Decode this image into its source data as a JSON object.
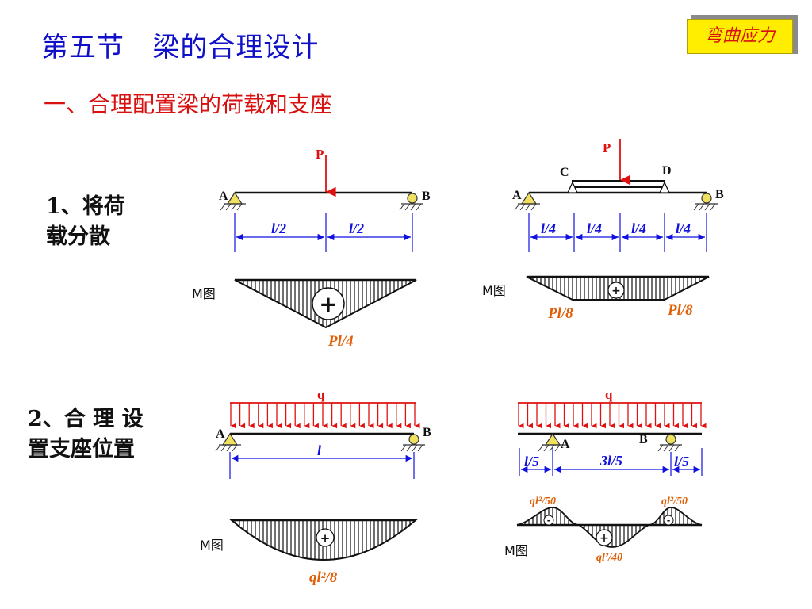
{
  "header": {
    "title": "第五节   梁的合理设计",
    "tag": "弯曲应力"
  },
  "section": {
    "heading": "一、合理配置梁的荷载和支座"
  },
  "item1": {
    "label_line1": "1、将荷",
    "label_line2": "载分散",
    "left": {
      "load": "P",
      "support_a": "A",
      "support_b": "B",
      "span1": "l/2",
      "span2": "l/2",
      "m_label": "M图",
      "sign": "+",
      "moment": "Pl/4"
    },
    "right": {
      "load": "P",
      "support_a": "A",
      "support_b": "B",
      "point_c": "C",
      "point_d": "D",
      "span1": "l/4",
      "span2": "l/4",
      "span3": "l/4",
      "span4": "l/4",
      "m_label": "M图",
      "sign": "+",
      "moment_left": "Pl/8",
      "moment_right": "Pl/8"
    }
  },
  "item2": {
    "label_line1": "2、合 理 设",
    "label_line2": "置支座位置",
    "left": {
      "load": "q",
      "support_a": "A",
      "support_b": "B",
      "span": "l",
      "m_label": "M图",
      "sign": "+",
      "moment": "ql²/8"
    },
    "right": {
      "load": "q",
      "support_a": "A",
      "support_b": "B",
      "span1": "l/5",
      "span2": "3l/5",
      "span3": "l/5",
      "m_label": "M图",
      "sign_left": "-",
      "sign_mid": "+",
      "sign_right": "-",
      "moment_left": "ql²/50",
      "moment_right": "ql²/50",
      "moment_mid": "ql²/40"
    }
  },
  "colors": {
    "title": "#1010c8",
    "heading": "#d81010",
    "load": "#e01010",
    "dim": "#1010e0",
    "moment": "#e0600a",
    "tag_bg": "#ffee00",
    "support": "#f0e060"
  }
}
